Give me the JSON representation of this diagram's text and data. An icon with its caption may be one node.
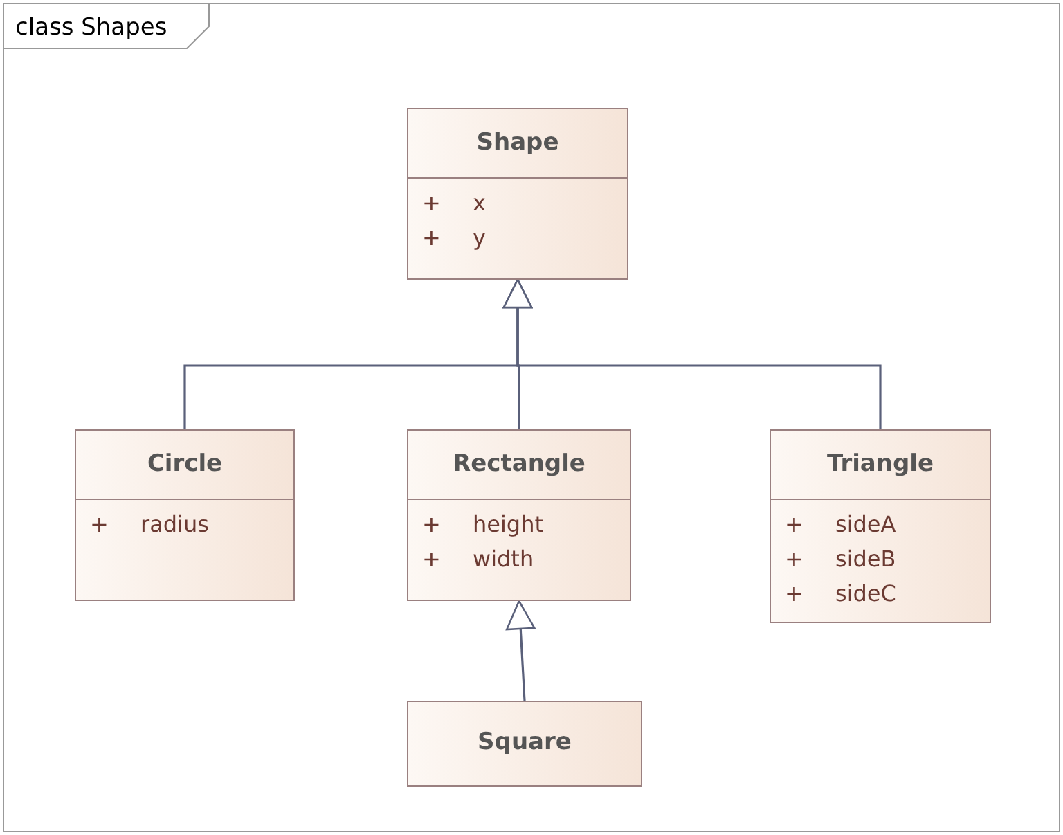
{
  "diagram": {
    "nodes": [
      {
        "text": [
          "class Shapes"
        ]
      },
      {
        "text": [
          "Shape",
          "+ x",
          "+ y"
        ],
        "in": 0
      },
      {
        "text": [
          "Circle",
          "+ radius"
        ],
        "in": 0
      },
      {
        "text": [
          "Rectangle",
          "+ height",
          "+ width"
        ],
        "in": 0
      },
      {
        "text": [
          "Triangle",
          "+ sideA",
          "+ sideB",
          "+ sideC"
        ],
        "in": 0
      },
      {
        "text": [
          "Square"
        ],
        "in": 0
      }
    ],
    "edges": [
      {
        "from": 2,
        "to": 1,
        "arrow": "to"
      },
      {
        "from": 3,
        "to": 1,
        "arrow": "to"
      },
      {
        "from": 4,
        "to": 1,
        "arrow": "to"
      },
      {
        "from": 5,
        "to": 3,
        "arrow": "to"
      }
    ]
  }
}
